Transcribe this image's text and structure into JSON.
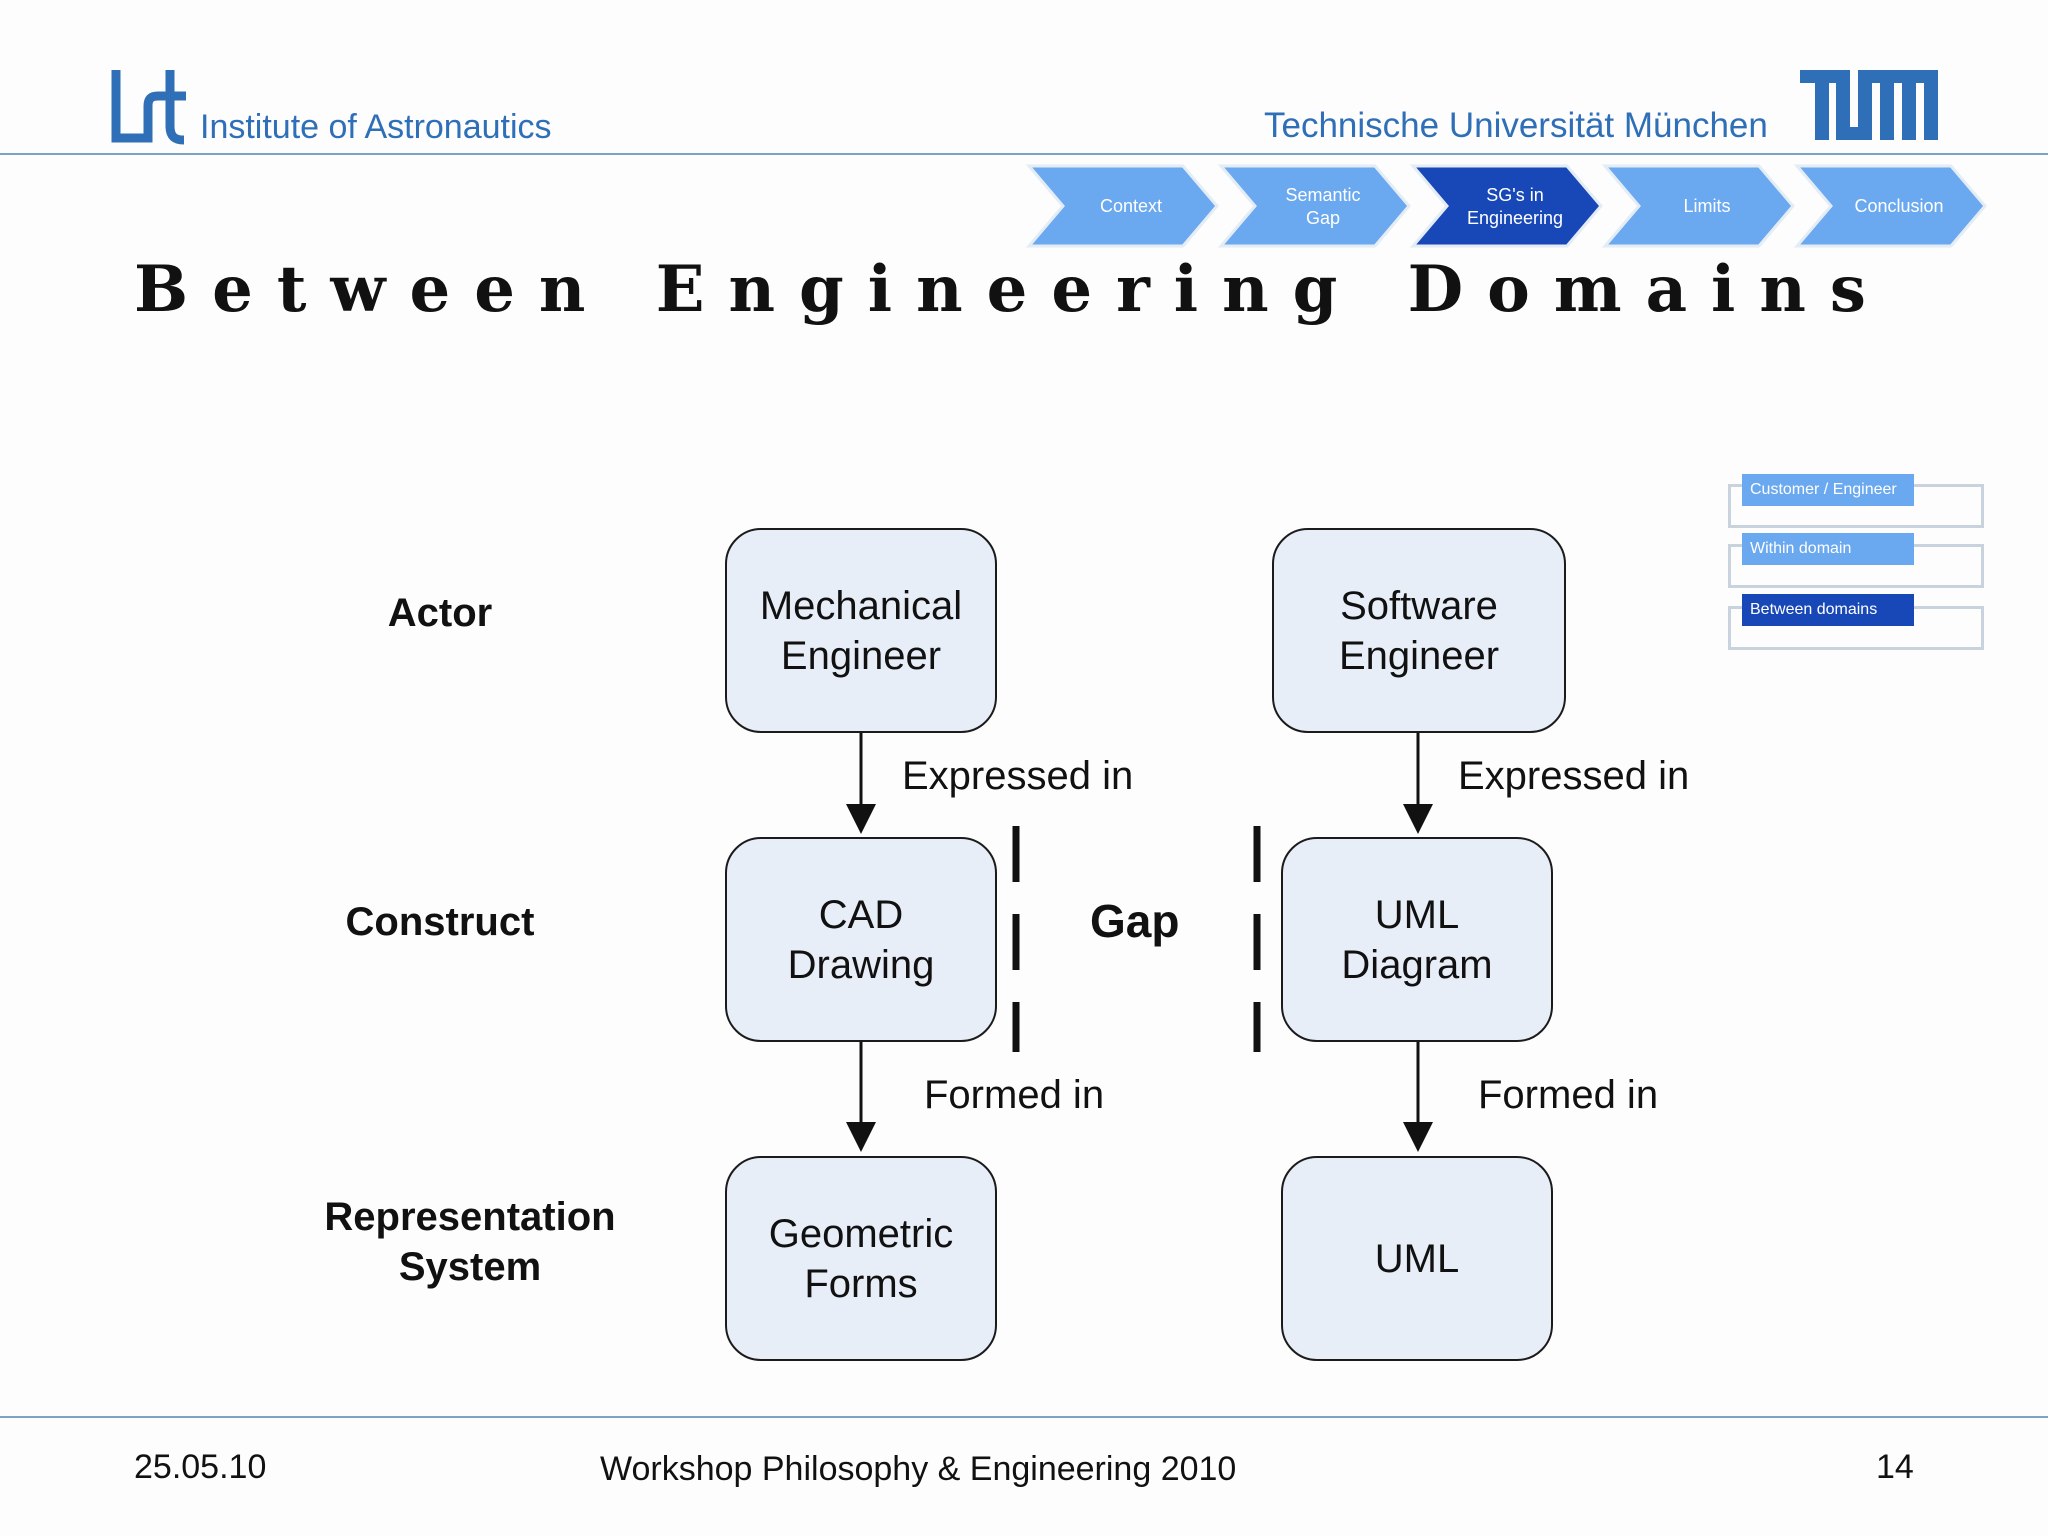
{
  "header": {
    "institute_logo_text": "lrt",
    "institute_name": "Institute of Astronautics",
    "university_name": "Technische Universität München",
    "university_logo_text": "TUM"
  },
  "nav_steps": [
    {
      "line1": "Context",
      "line2": "",
      "active": false
    },
    {
      "line1": "Semantic",
      "line2": "Gap",
      "active": false
    },
    {
      "line1": "SG's in",
      "line2": "Engineering",
      "active": true
    },
    {
      "line1": "Limits",
      "line2": "",
      "active": false
    },
    {
      "line1": "Conclusion",
      "line2": "",
      "active": false
    }
  ],
  "title": "Between Engineering Domains",
  "legend": [
    {
      "label": "Customer / Engineer",
      "active": false
    },
    {
      "label": "Within domain",
      "active": false
    },
    {
      "label": "Between domains",
      "active": true
    }
  ],
  "diagram": {
    "rows": {
      "actor": "Actor",
      "construct": "Construct",
      "representation_line1": "Representation",
      "representation_line2": "System"
    },
    "left": {
      "actor_line1": "Mechanical",
      "actor_line2": "Engineer",
      "construct_line1": "CAD",
      "construct_line2": "Drawing",
      "representation_line1": "Geometric",
      "representation_line2": "Forms"
    },
    "right": {
      "actor_line1": "Software",
      "actor_line2": "Engineer",
      "construct_line1": "UML",
      "construct_line2": "Diagram",
      "representation": "UML"
    },
    "edges": {
      "expressed_in": "Expressed in",
      "formed_in": "Formed in"
    },
    "gap": "Gap"
  },
  "colors": {
    "accent_blue": "#2e6fb7",
    "nav_inactive": "#6aa8ef",
    "nav_active": "#1848b8",
    "legend_inactive": "#6aa8ef",
    "legend_active": "#1848b8",
    "node_fill": "#e8eef8"
  },
  "footer": {
    "date": "25.05.10",
    "event": "Workshop Philosophy & Engineering 2010",
    "page_number": "14"
  }
}
